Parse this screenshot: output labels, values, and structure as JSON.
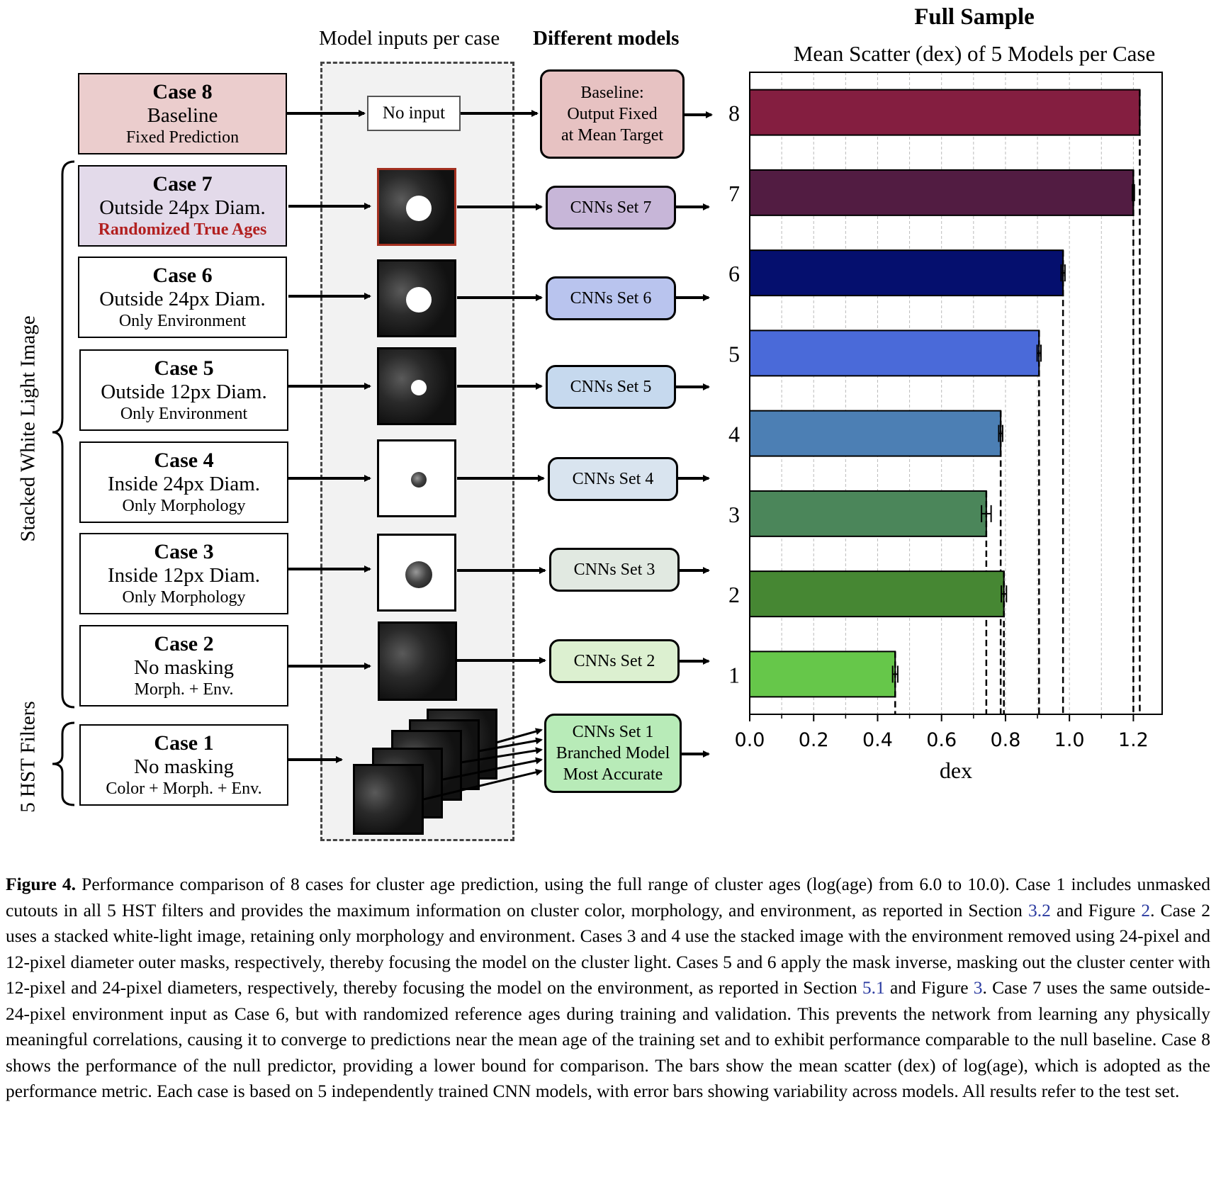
{
  "header": {
    "inputs": "Model inputs per case",
    "models": "Different models",
    "chart_title": "Full Sample",
    "chart_subtitle": "Mean Scatter (dex) of 5 Models per Case"
  },
  "cases": [
    {
      "title": "Case 8",
      "line1": "Baseline",
      "line2": "Fixed Prediction",
      "input": "No input",
      "model": "Baseline:\nOutput Fixed\nat Mean Target",
      "fill": "#ebcdcd"
    },
    {
      "title": "Case 7",
      "line1": "Outside 24px Diam.",
      "line2": "Randomized True Ages",
      "model": "CNNs Set 7",
      "fill": "#e3daea"
    },
    {
      "title": "Case 6",
      "line1": "Outside 24px Diam.",
      "line2": "Only Environment",
      "model": "CNNs Set 6",
      "fill": "#ffffff"
    },
    {
      "title": "Case 5",
      "line1": "Outside 12px Diam.",
      "line2": "Only Environment",
      "model": "CNNs Set 5",
      "fill": "#ffffff"
    },
    {
      "title": "Case 4",
      "line1": "Inside 24px Diam.",
      "line2": "Only Morphology",
      "model": "CNNs Set 4",
      "fill": "#ffffff"
    },
    {
      "title": "Case 3",
      "line1": "Inside 12px Diam.",
      "line2": "Only Morphology",
      "model": "CNNs Set 3",
      "fill": "#ffffff"
    },
    {
      "title": "Case 2",
      "line1": "No masking",
      "line2": "Morph. + Env.",
      "model": "CNNs Set 2",
      "fill": "#ffffff"
    },
    {
      "title": "Case 1",
      "line1": "No masking",
      "line2": "Color + Morph. + Env.",
      "model": "CNNs Set 1\nBranched Model\nMost Accurate",
      "fill": "#ffffff"
    }
  ],
  "model_fills": [
    "#e7c2c2",
    "#c7b6d8",
    "#b9c4ee",
    "#c6d9ee",
    "#d9e4ef",
    "#e1e9e1",
    "#dcf0d0",
    "#b8ebb8"
  ],
  "brackets": {
    "stacked": "Stacked White Light Image",
    "hst": "5 HST Filters"
  },
  "chart_data": {
    "type": "bar",
    "orientation": "horizontal",
    "title": "Full Sample",
    "subtitle": "Mean Scatter (dex) of 5 Models per Case",
    "xlabel": "dex",
    "xlim": [
      0.0,
      1.29
    ],
    "xticks": [
      "0.0",
      "0.2",
      "0.4",
      "0.6",
      "0.8",
      "1.0",
      "1.2"
    ],
    "categories": [
      "8",
      "7",
      "6",
      "5",
      "4",
      "3",
      "2",
      "1"
    ],
    "values": [
      1.22,
      1.2,
      0.98,
      0.905,
      0.785,
      0.74,
      0.795,
      0.455
    ],
    "errors": [
      0.0,
      0.003,
      0.006,
      0.006,
      0.006,
      0.015,
      0.008,
      0.008
    ],
    "colors": [
      "#841e40",
      "#521c42",
      "#050f6e",
      "#4a6ad9",
      "#4c7fb4",
      "#4b865a",
      "#468733",
      "#66c74a"
    ],
    "grid": "vertical dashed",
    "reference_lines": "dashed vertical line at each bar value"
  },
  "caption": {
    "label": "Figure 4.",
    "p1": "Performance comparison of 8 cases for cluster age prediction, using the full range of cluster ages (log(age) from 6.0 to 10.0). Case 1 includes unmasked cutouts in all 5 HST filters and provides the maximum information on cluster color, morphology, and environment, as reported in Section ",
    "ref1": "3.2",
    "p2": " and Figure ",
    "ref2": "2",
    "p3": ". Case 2 uses a stacked white-light image, retaining only morphology and environment. Cases 3 and 4 use the stacked image with the environment removed using 24-pixel and 12-pixel diameter outer masks, respectively, thereby focusing the model on the cluster light. Cases 5 and 6 apply the mask inverse, masking out the cluster center with 12-pixel and 24-pixel diameters, respectively, thereby focusing the model on the environment, as reported in Section ",
    "ref3": "5.1",
    "p4": " and Figure ",
    "ref4": "3",
    "p5": ". Case 7 uses the same outside-24-pixel environment input as Case 6, but with randomized reference ages during training and validation. This prevents the network from learning any physically meaningful correlations, causing it to converge to predictions near the mean age of the training set and to exhibit performance comparable to the null baseline. Case 8 shows the performance of the null predictor, providing a lower bound for comparison. The bars show the mean scatter (dex) of log(age), which is adopted as the performance metric. Each case is based on 5 independently trained CNN models, with error bars showing variability across models. All results refer to the test set."
  }
}
